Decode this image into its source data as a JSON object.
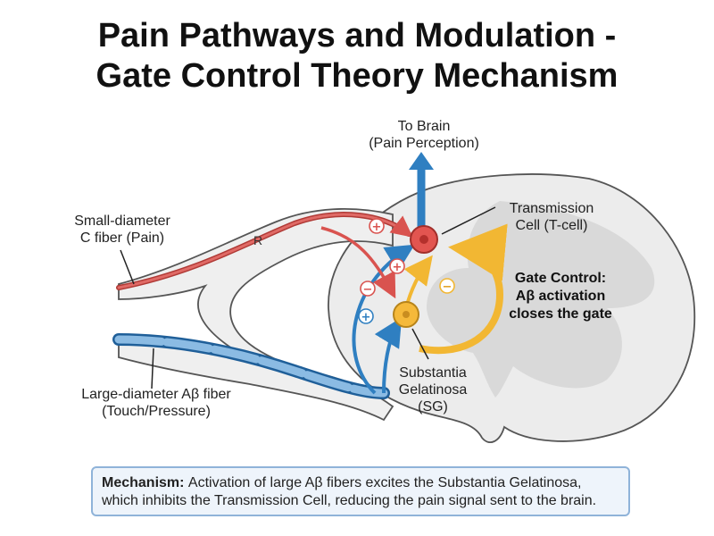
{
  "title": {
    "line1": "Pain Pathways and Modulation -",
    "line2": "Gate Control Theory Mechanism"
  },
  "labels": {
    "to_brain_line1": "To Brain",
    "to_brain_line2": "(Pain Perception)",
    "c_fiber_line1": "Small-diameter",
    "c_fiber_line2": "C fiber (Pain)",
    "abeta_line1": "Large-diameter Aβ fiber",
    "abeta_line2": "(Touch/Pressure)",
    "t_cell_line1": "Transmission",
    "t_cell_line2": "Cell (T-cell)",
    "sg_line1": "Substantia",
    "sg_line2": "Gelatinosa",
    "sg_line3": "(SG)",
    "root_letter": "R",
    "gate_line1": "Gate Control:",
    "gate_line2": "Aβ activation",
    "gate_line3": "closes the gate"
  },
  "signs": {
    "c_to_t": "+",
    "c_to_sg": "+",
    "c_inhibits_sg": "−",
    "abeta_to_sg": "+",
    "sg_inhibits_t": "−"
  },
  "mechanism": {
    "heading": "Mechanism:",
    "text": "Activation of large Aβ fibers excites the Substantia Gelatinosa, which inhibits the Transmission Cell, reducing the pain signal sent to the brain."
  },
  "colors": {
    "pain_red": "#d9534f",
    "touch_blue": "#2f7fc1",
    "inhibit_yellow": "#f2b733",
    "tissue_gray": "#e6e6e6",
    "grey_matter": "#d0d0d0"
  }
}
